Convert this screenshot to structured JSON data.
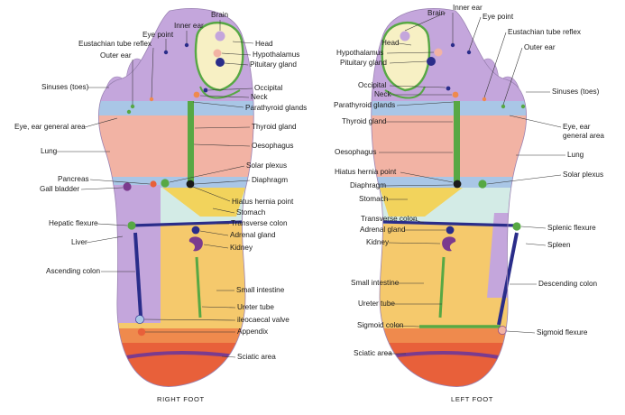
{
  "colors": {
    "lilac": "#c4a6dc",
    "pale_yellow": "#f7f0c4",
    "green": "#57a844",
    "blue_band": "#a9c6e6",
    "salmon": "#f2b3a4",
    "yellow": "#f2d35c",
    "orange_yellow": "#f5c96c",
    "light_cyan": "#d3ebe6",
    "orange": "#ef8a4d",
    "red_orange": "#e8603a",
    "navy": "#2a2d8a",
    "purple": "#7b3b8e"
  },
  "right_foot": {
    "caption": "RIGHT FOOT",
    "labels": {
      "brain": "Brain",
      "inner_ear": "Inner ear",
      "eye_point": "Eye point",
      "eustachian": "Eustachian tube reflex",
      "outer_ear": "Outer ear",
      "sinuses": "Sinuses (toes)",
      "eye_ear_general": "Eye, ear general area",
      "lung": "Lung",
      "pancreas": "Pancreas",
      "gall_bladder": "Gall bladder",
      "hepatic_flexure": "Hepatic flexure",
      "liver": "Liver",
      "ascending_colon": "Ascending colon",
      "head": "Head",
      "hypothalamus": "Hypothalamus",
      "pituitary": "Pituitary gland",
      "occipital": "Occipital",
      "neck": "Neck",
      "parathyroid": "Parathyroid glands",
      "thyroid": "Thyroid gland",
      "oesophagus": "Oesophagus",
      "solar_plexus": "Solar plexus",
      "diaphragm": "Diaphragm",
      "hiatus_hernia": "Hiatus hernia point",
      "stomach": "Stomach",
      "transverse_colon": "Transverse colon",
      "adrenal": "Adrenal gland",
      "kidney": "Kidney",
      "small_intestine": "Small intestine",
      "ureter": "Ureter tube",
      "ileocaecal": "ileocaecal valve",
      "appendix": "Appendix",
      "sciatic": "Sciatic area"
    }
  },
  "left_foot": {
    "caption": "LEFT FOOT",
    "labels": {
      "brain": "Brain",
      "inner_ear": "Inner ear",
      "eye_point": "Eye point",
      "eustachian": "Eustachian tube reflex",
      "outer_ear": "Outer ear",
      "head": "Head",
      "hypothalamus": "Hypothalamus",
      "pituitary": "Pituitary gland",
      "occipital": "Occipital",
      "neck": "Neck",
      "parathyroid": "Parathyroid glands",
      "thyroid": "Thyroid gland",
      "oesophagus": "Oesophagus",
      "hiatus_hernia": "Hiatus hernia point",
      "diaphragm": "Diaphragm",
      "stomach": "Stomach",
      "transverse_colon": "Transverse colon",
      "adrenal": "Adrenal gland",
      "kidney": "Kidney",
      "small_intestine": "Small intestine",
      "ureter": "Ureter tube",
      "sigmoid_colon": "Sigmoid colon",
      "sciatic": "Sciatic area",
      "sinuses": "Sinuses (toes)",
      "eye_ear_general_1": "Eye, ear",
      "eye_ear_general_2": "general area",
      "lung": "Lung",
      "solar_plexus": "Solar plexus",
      "splenic_flexure": "Splenic flexure",
      "spleen": "Spleen",
      "descending_colon": "Descending colon",
      "sigmoid_flexure": "Sigmoid flexure"
    }
  }
}
